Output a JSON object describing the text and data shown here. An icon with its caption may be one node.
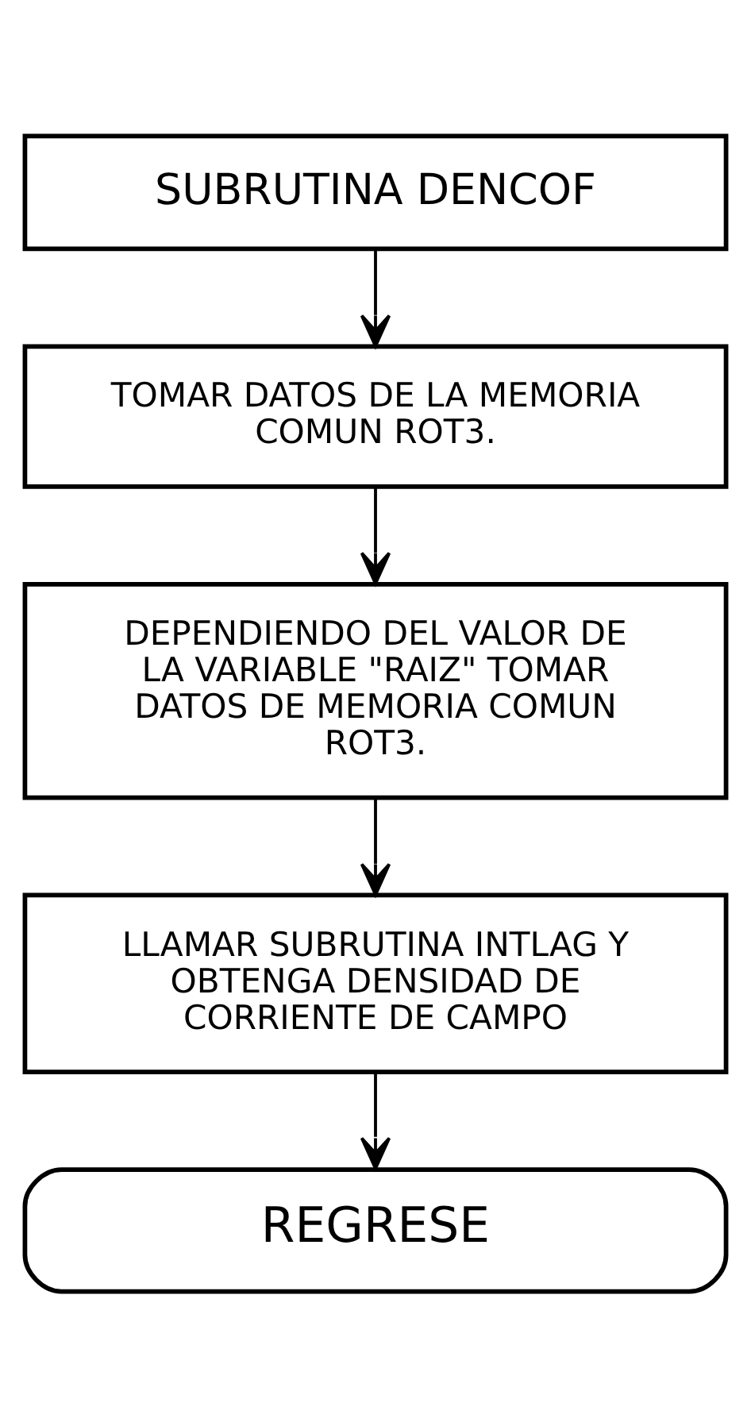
{
  "diagram": {
    "nodes": [
      {
        "text": [
          "SUBRUTINA DENCOF"
        ]
      },
      {
        "text": [
          "TOMAR DATOS DE LA MEMORIA COMUN ROT3."
        ]
      },
      {
        "text": [
          "DEPENDIENDO DEL VALOR DE LA VARIABLE \"RAIZ\" TOMAR DATOS DE MEMORIA COMUN ROT3."
        ]
      },
      {
        "text": [
          "LLAMAR SUBRUTINA INTLAG Y OBTENGA DENSIDAD DE CORRIENTE DE CAMPO"
        ]
      },
      {
        "text": [
          "REGRESE"
        ]
      }
    ],
    "edges": [
      {
        "from": 0,
        "to": 1,
        "arrow": "to"
      },
      {
        "from": 1,
        "to": 2,
        "arrow": "to"
      },
      {
        "from": 2,
        "to": 3,
        "arrow": "to"
      },
      {
        "from": 3,
        "to": 4,
        "arrow": "to"
      }
    ]
  }
}
